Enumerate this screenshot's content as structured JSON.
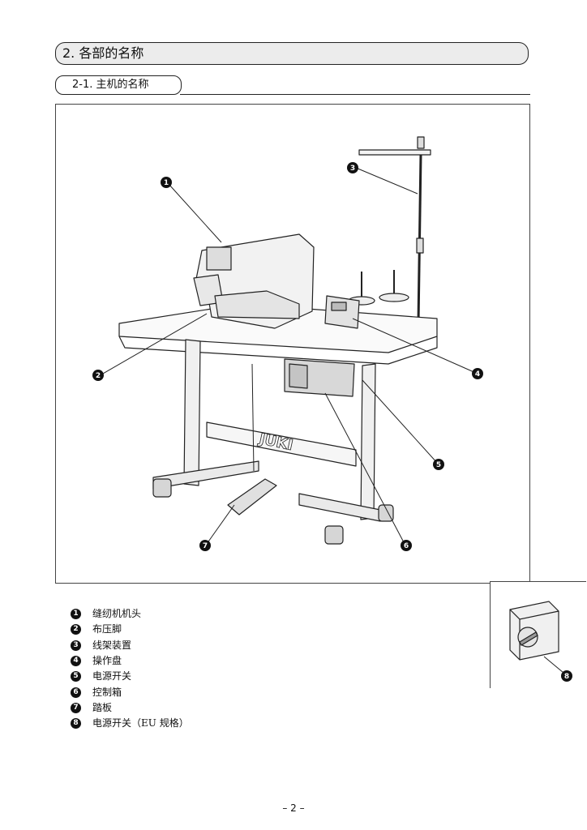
{
  "header": {
    "section_title": "2. 各部的名称",
    "subsection_title": "2-1. 主机的名称"
  },
  "figure": {
    "callouts": [
      "1",
      "2",
      "3",
      "4",
      "5",
      "6",
      "7",
      "8"
    ],
    "logo_text": "JUKI"
  },
  "parts": [
    {
      "num": "1",
      "label": "缝纫机机头"
    },
    {
      "num": "2",
      "label": "布压脚"
    },
    {
      "num": "3",
      "label": "线架装置"
    },
    {
      "num": "4",
      "label": "操作盘"
    },
    {
      "num": "5",
      "label": "电源开关"
    },
    {
      "num": "6",
      "label": "控制箱"
    },
    {
      "num": "7",
      "label": "踏板"
    },
    {
      "num": "8",
      "label": "电源开关（EU 规格）"
    }
  ],
  "footer": {
    "page_number": "– 2 –"
  }
}
